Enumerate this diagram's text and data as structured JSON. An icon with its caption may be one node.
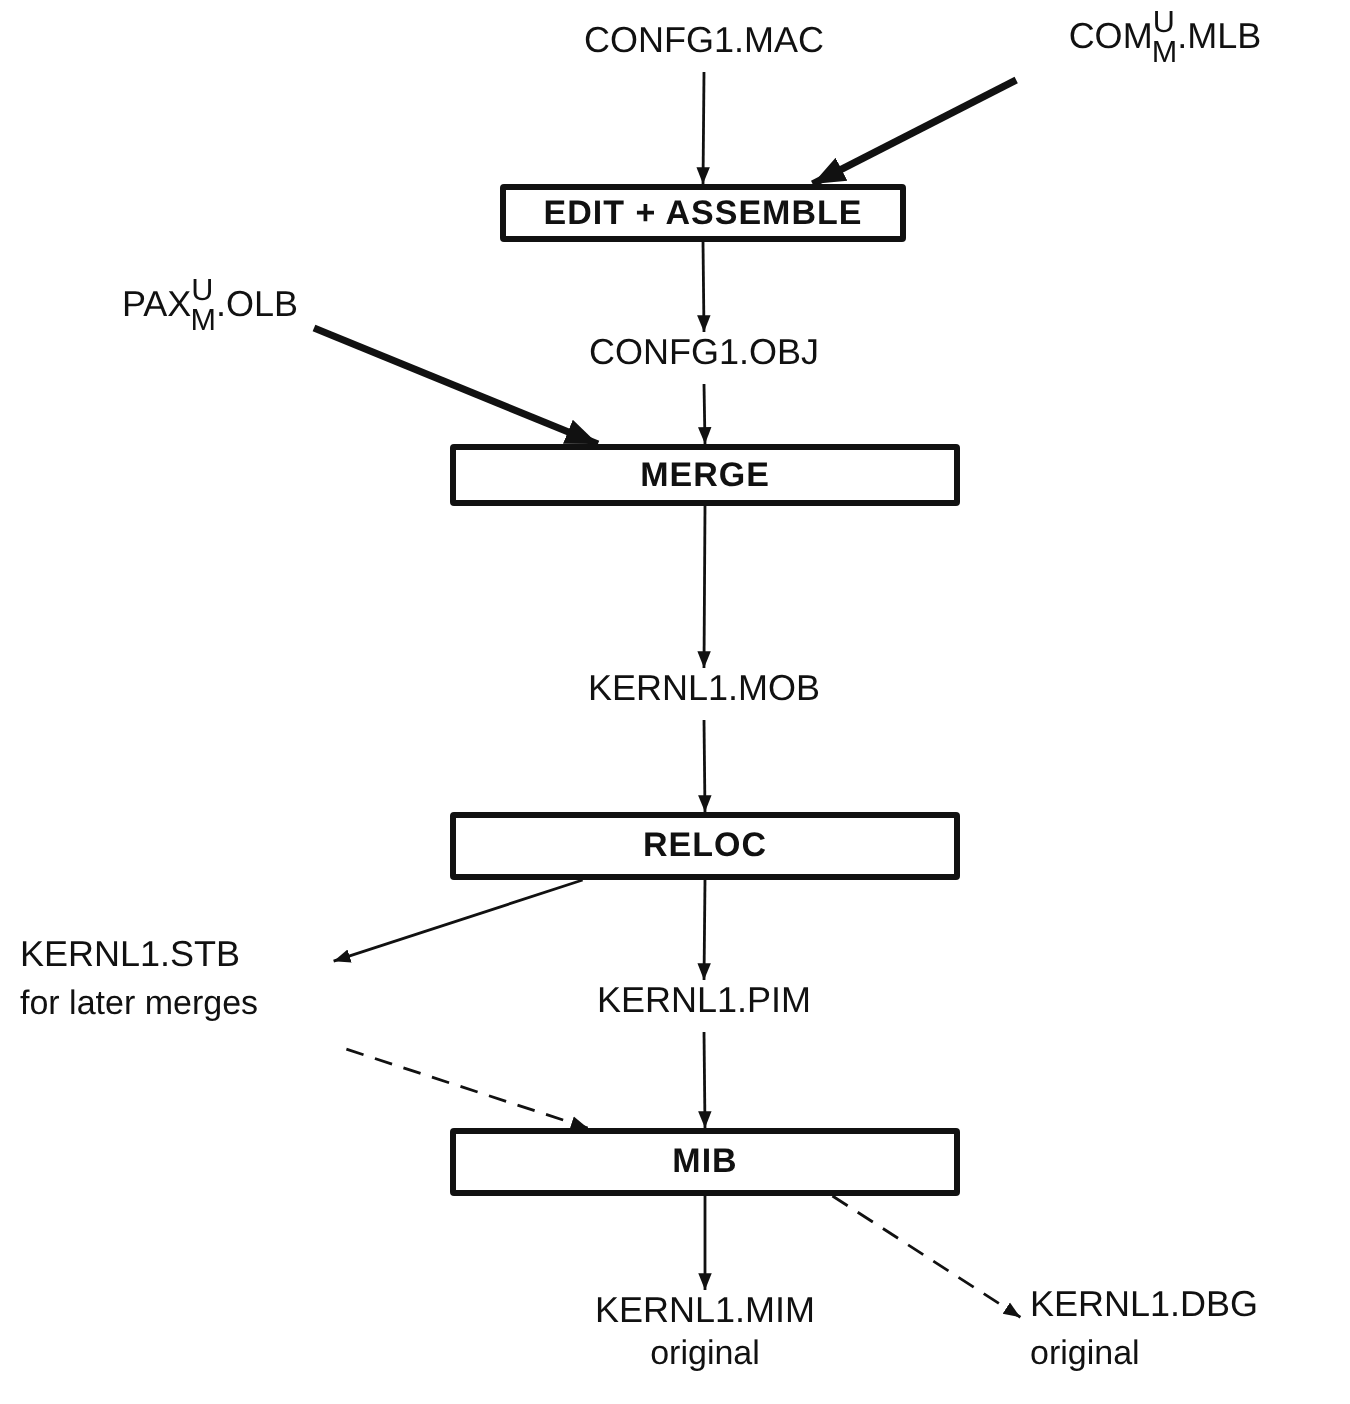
{
  "diagram": {
    "nodes": [
      {
        "text": [
          "CONFG1.MAC"
        ]
      },
      {
        "text": [
          "COM$^{U}$$_{M}$.MLB"
        ]
      },
      {
        "text": [
          "EDIT + ASSEMBLE"
        ]
      },
      {
        "text": [
          "CONFG1.OBJ"
        ]
      },
      {
        "text": [
          "PAX$^{U}$$_{M}$.OLB"
        ]
      },
      {
        "text": [
          "MERGE"
        ]
      },
      {
        "text": [
          "KERNL1.MOB"
        ]
      },
      {
        "text": [
          "RELOC"
        ]
      },
      {
        "text": [
          "KERNL1.STB",
          "for later merges"
        ]
      },
      {
        "text": [
          "KERNL1.PIM"
        ]
      },
      {
        "text": [
          "MIB"
        ]
      },
      {
        "text": [
          "KERNL1.MIM",
          "original"
        ]
      },
      {
        "text": [
          "KERNL1.DBG",
          "original"
        ]
      }
    ],
    "edges": [
      {
        "from": 0,
        "to": 2,
        "arrow": "to"
      },
      {
        "from": 1,
        "to": 2,
        "arrow": "to",
        "style": "thick"
      },
      {
        "from": 2,
        "to": 3,
        "arrow": "to"
      },
      {
        "from": 4,
        "to": 5,
        "arrow": "to",
        "style": "thick"
      },
      {
        "from": 3,
        "to": 5,
        "arrow": "to"
      },
      {
        "from": 5,
        "to": 6,
        "arrow": "to"
      },
      {
        "from": 6,
        "to": 7,
        "arrow": "to"
      },
      {
        "from": 7,
        "to": 8,
        "arrow": "to"
      },
      {
        "from": 7,
        "to": 9,
        "arrow": "to"
      },
      {
        "from": 9,
        "to": 10,
        "arrow": "to"
      },
      {
        "from": 8,
        "to": 10,
        "arrow": "to",
        "style": "dashed"
      },
      {
        "from": 10,
        "to": 11,
        "arrow": "to"
      },
      {
        "from": 10,
        "to": 12,
        "arrow": "to",
        "style": "dashed"
      }
    ]
  }
}
